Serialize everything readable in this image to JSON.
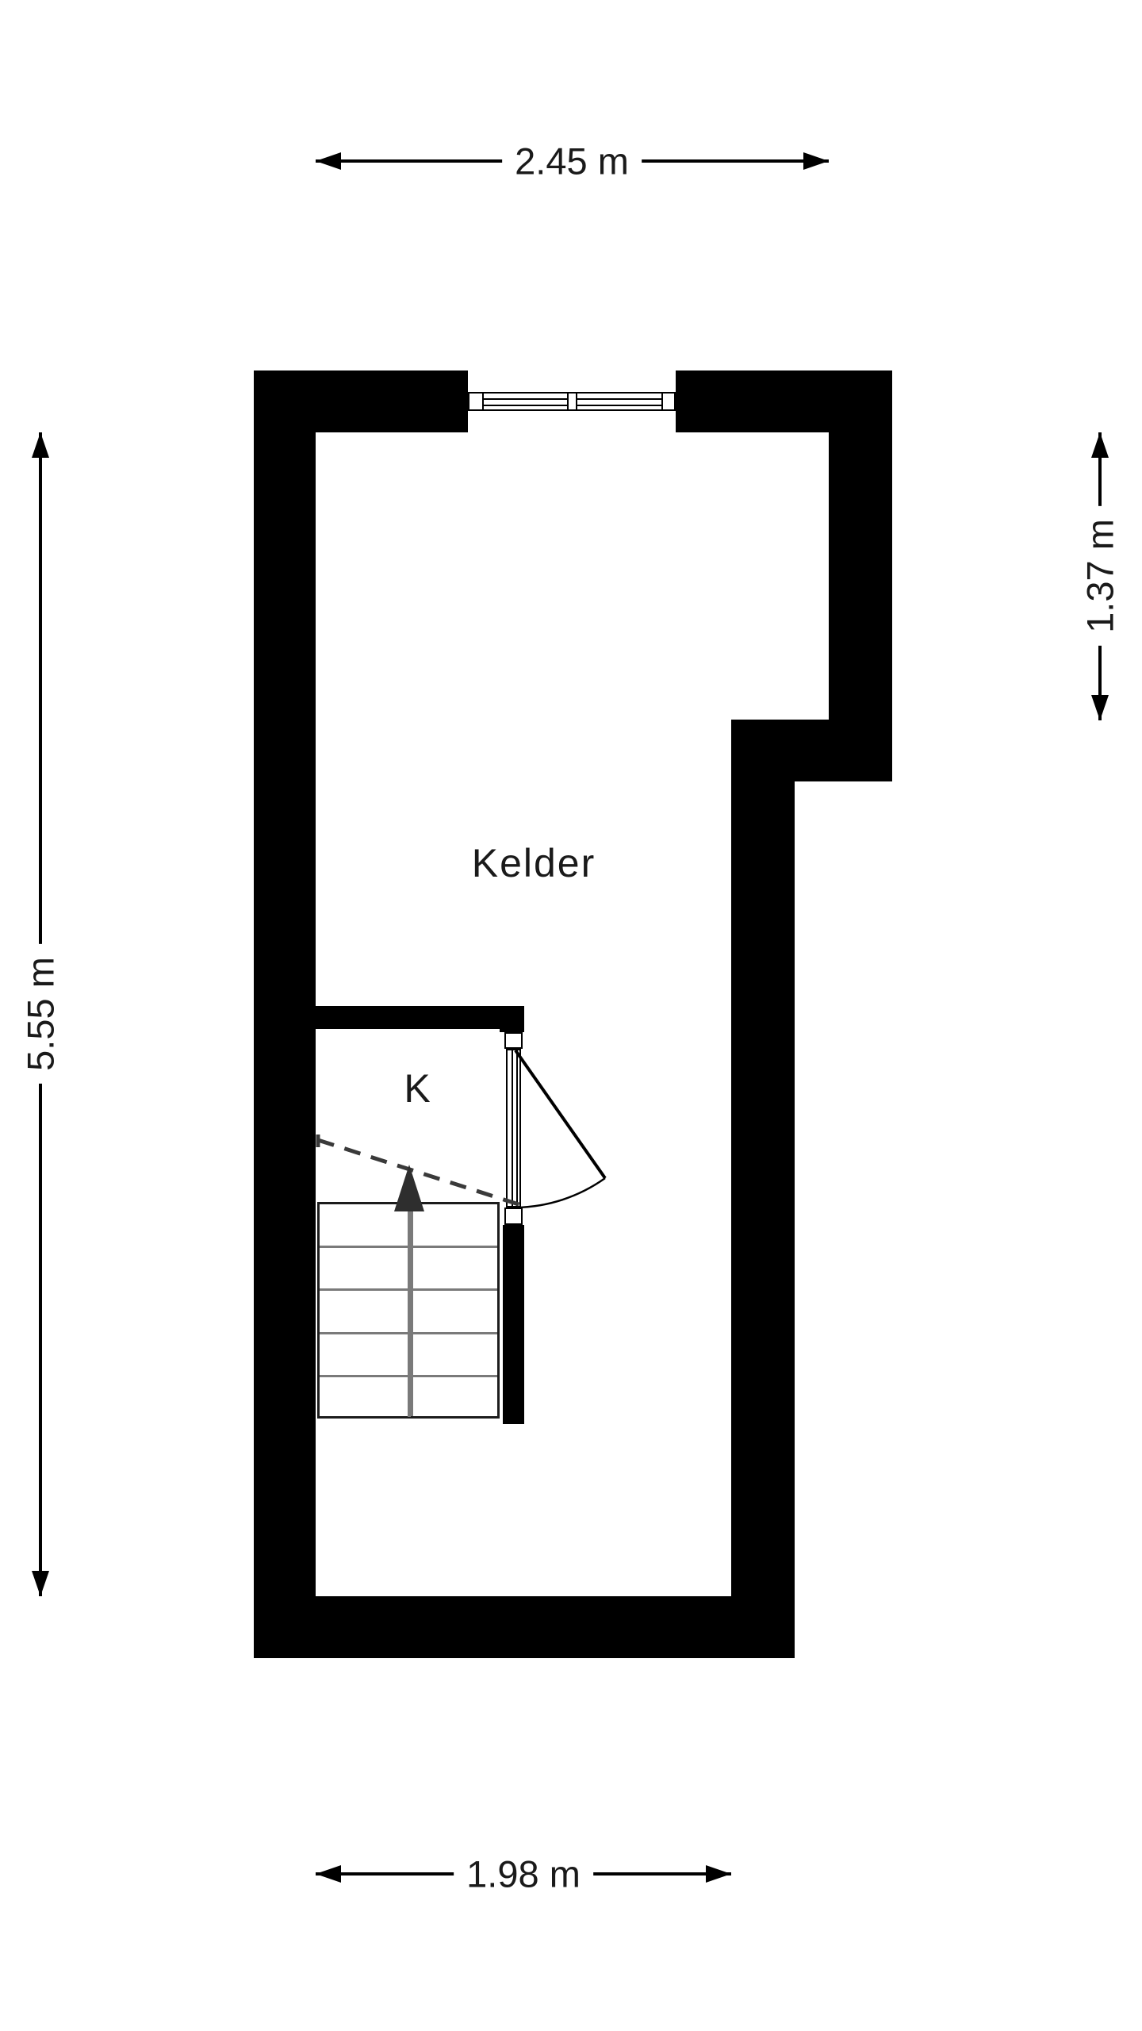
{
  "floorplan": {
    "rooms": [
      {
        "id": "kelder",
        "label": "Kelder"
      },
      {
        "id": "k",
        "label": "K"
      }
    ],
    "dimensions": {
      "top": "2.45 m",
      "left": "5.55 m",
      "right": "1.37 m",
      "bottom": "1.98 m"
    },
    "features": [
      "window",
      "door-swing",
      "stairs-up-arrow",
      "walk-line"
    ],
    "colors": {
      "wall": "#000000",
      "background": "#ffffff",
      "stair_line": "#7a7a7a",
      "walk_line": "#3a3a3a",
      "text": "#1a1a1a"
    }
  }
}
